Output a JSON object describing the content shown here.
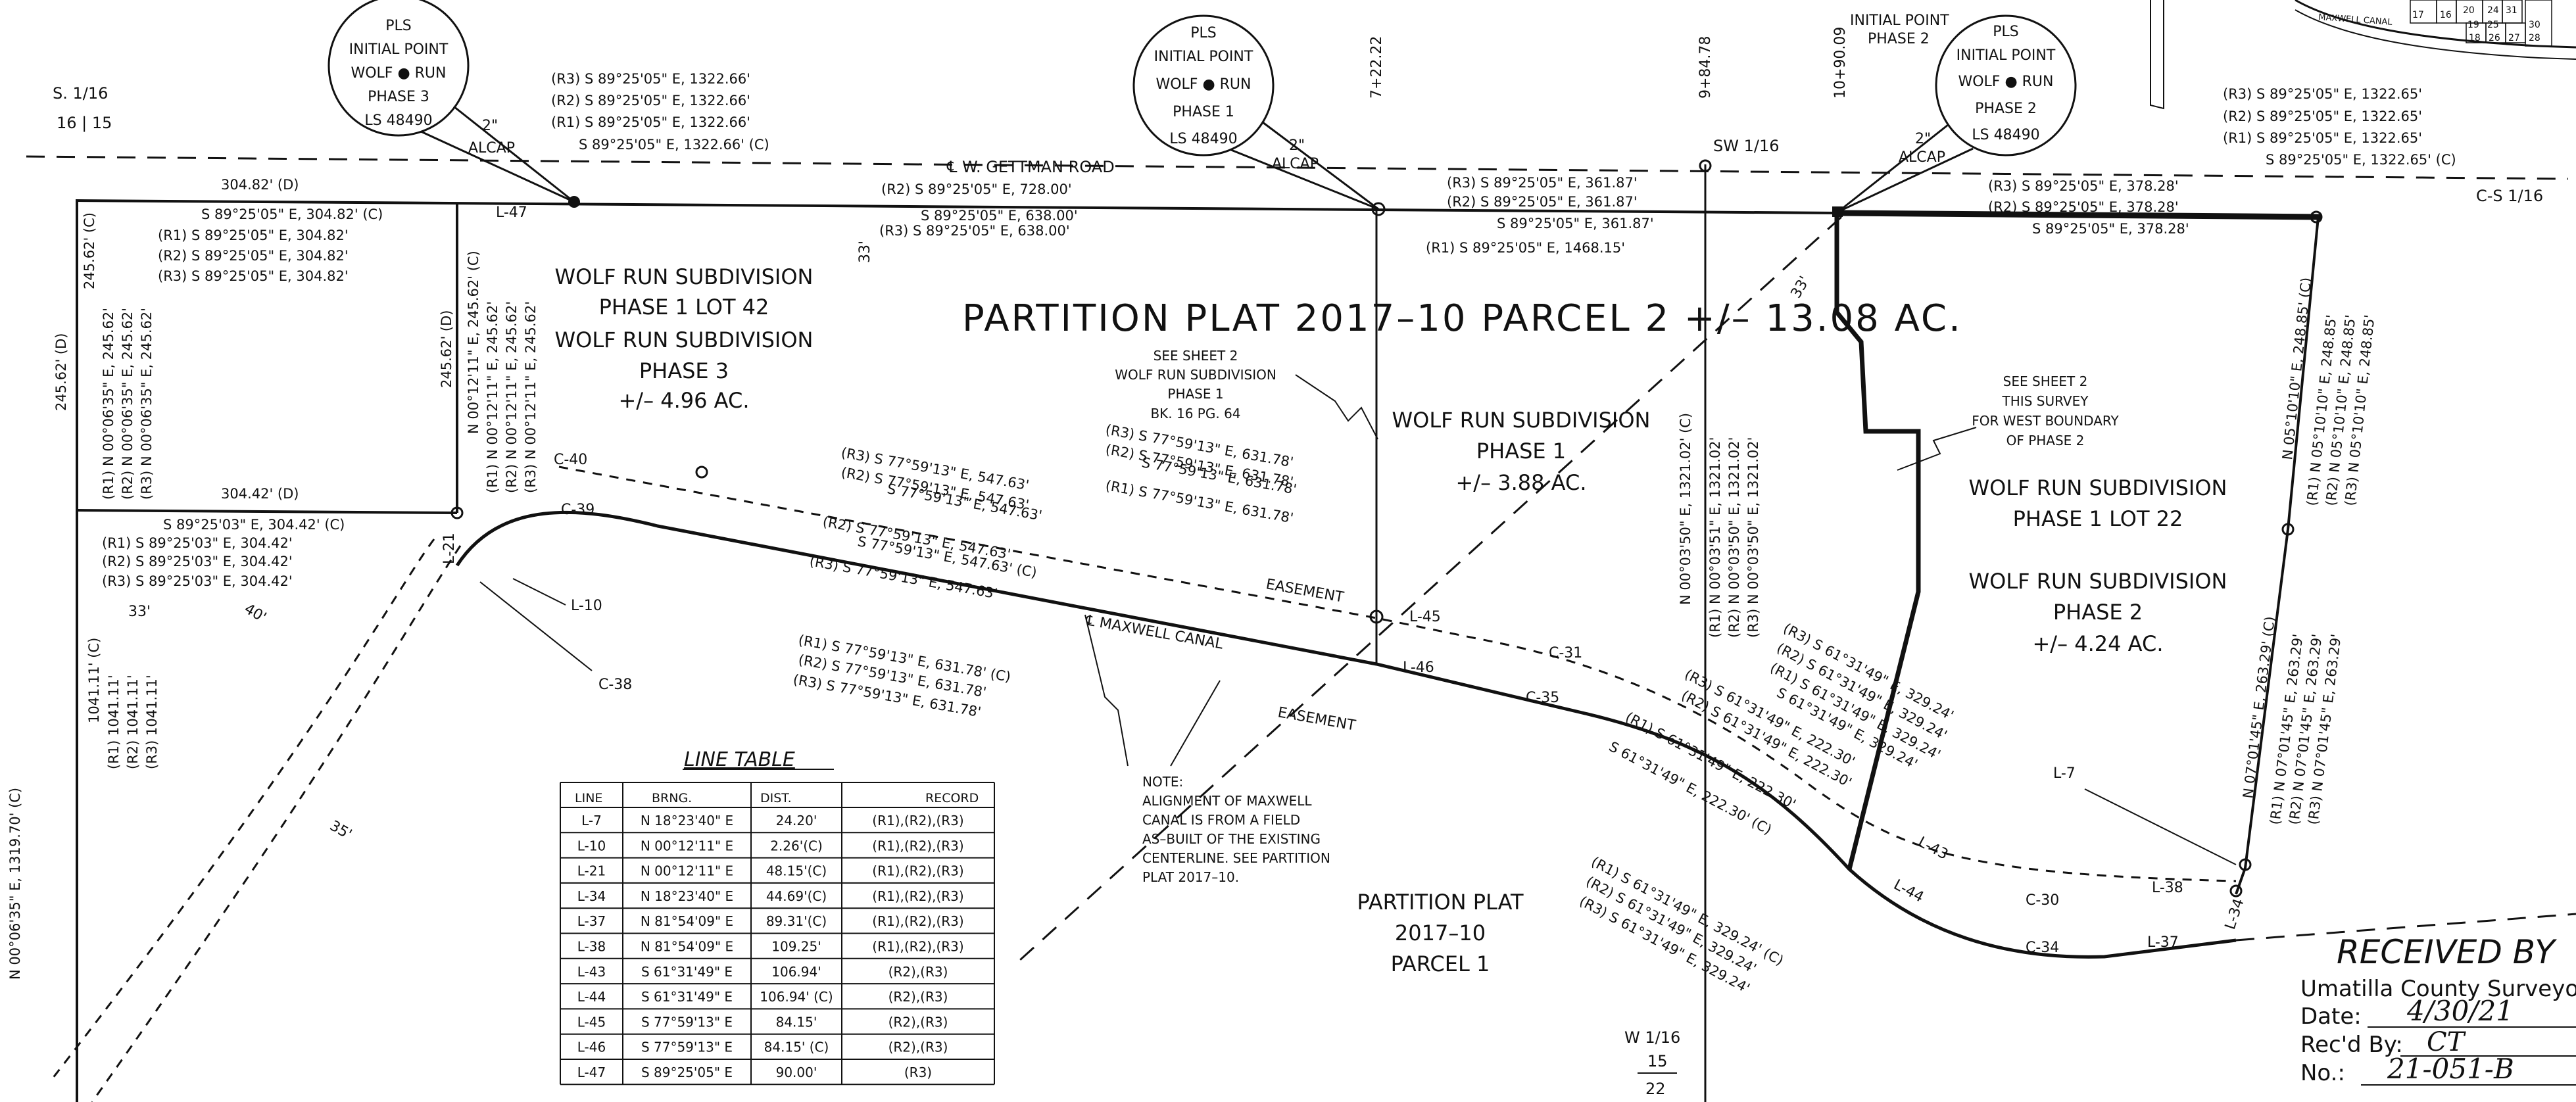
{
  "pls_points": [
    {
      "l1": "PLS",
      "l2": "INITIAL POINT",
      "l3": "WOLF ● RUN",
      "l4": "PHASE 3",
      "l5": "LS 48490"
    },
    {
      "l1": "PLS",
      "l2": "INITIAL POINT",
      "l3": "WOLF ● RUN",
      "l4": "PHASE 1",
      "l5": "LS 48490"
    },
    {
      "l1": "PLS",
      "l2": "INITIAL POINT",
      "l3": "WOLF ● RUN",
      "l4": "PHASE 2",
      "l5": "LS 48490"
    }
  ],
  "alcap": [
    "2\"",
    "ALCAP"
  ],
  "initial_point_phase2": [
    "INITIAL POINT",
    "PHASE 2"
  ],
  "corner_labels": {
    "s116": "S. 1/16",
    "s116_nums": "16 | 15",
    "sw116": "SW 1/16",
    "cs116": "C-S 1/16",
    "w116": "W 1/16",
    "w116_top": "15",
    "w116_bot": "22"
  },
  "stations": [
    "7+22.22",
    "9+84.78",
    "10+90.09"
  ],
  "road": "℄ W. GETTMAN ROAD",
  "canal": "℄ MAXWELL CANAL",
  "easement": "EASEMENT",
  "main_title": "PARTITION PLAT 2017–10 PARCEL 2 +/– 13.08 AC.",
  "parcels": {
    "lot42": [
      "WOLF RUN SUBDIVISION",
      "PHASE 1 LOT 42",
      "WOLF RUN SUBDIVISION",
      "PHASE 3",
      "+/– 4.96 AC."
    ],
    "phase1": [
      "WOLF RUN SUBDIVISION",
      "PHASE 1",
      "+/– 3.88 AC."
    ],
    "lot22": [
      "WOLF RUN SUBDIVISION",
      "PHASE 1 LOT 22"
    ],
    "phase2": [
      "WOLF RUN SUBDIVISION",
      "PHASE 2",
      "+/– 4.24 AC."
    ],
    "parcel1": [
      "PARTITION PLAT",
      "2017–10",
      "PARCEL 1"
    ]
  },
  "notes": {
    "sheet2_phase1": [
      "SEE SHEET 2",
      "WOLF RUN SUBDIVISION",
      "PHASE 1",
      "BK. 16 PG. 64"
    ],
    "sheet2_survey": [
      "SEE SHEET 2",
      "THIS SURVEY",
      "FOR WEST BOUNDARY",
      "OF PHASE 2"
    ],
    "note": [
      "NOTE:",
      "ALIGNMENT OF MAXWELL",
      "CANAL IS FROM A FIELD",
      "AS–BUILT OF THE EXISTING",
      "CENTERLINE. SEE PARTITION",
      "PLAT 2017–10."
    ]
  },
  "callouts": {
    "top_left": [
      "(R3) S 89°25'05\" E, 1322.66'",
      "(R2) S 89°25'05\" E, 1322.66'",
      "(R1) S 89°25'05\" E, 1322.66'",
      "S 89°25'05\" E, 1322.66' (C)"
    ],
    "top_right": [
      "(R3) S 89°25'05\" E, 1322.65'",
      "(R2) S 89°25'05\" E, 1322.65'",
      "(R1) S 89°25'05\" E, 1322.65'",
      "S 89°25'05\" E, 1322.65' (C)"
    ],
    "road_728": "(R2) S 89°25'05\" E, 728.00'",
    "road_638": [
      "S 89°25'05\" E, 638.00'",
      "(R3) S 89°25'05\" E, 638.00'"
    ],
    "mid_361": [
      "(R3) S 89°25'05\" E, 361.87'",
      "(R2) S 89°25'05\" E, 361.87'",
      "S 89°25'05\" E, 361.87'",
      "(R1) S 89°25'05\" E, 1468.15'"
    ],
    "right_378": [
      "(R3) S 89°25'05\" E, 378.28'",
      "(R2) S 89°25'05\" E, 378.28'",
      "S 89°25'05\" E, 378.28'"
    ],
    "lot42_top_d": "304.82' (D)",
    "lot42_top": [
      "S 89°25'05\" E, 304.82' (C)",
      "(R1) S 89°25'05\" E, 304.82'",
      "(R2) S 89°25'05\" E, 304.82'",
      "(R3) S 89°25'05\" E, 304.82'"
    ],
    "lot42_bot_d": "304.42' (D)",
    "lot42_bot": [
      "S 89°25'03\" E, 304.42' (C)",
      "(R1) S 89°25'03\" E, 304.42'",
      "(R2) S 89°25'03\" E, 304.42'",
      "(R3) S 89°25'03\" E, 304.42'"
    ],
    "west_d": "245.62' (D)",
    "west_col": [
      "245.62' (C)",
      "(R1) N 00°06'35\" E, 245.62'",
      "(R2) N 00°06'35\" E, 245.62'",
      "(R3) N 00°06'35\" E, 245.62'"
    ],
    "east_d": "245.62' (D)",
    "east_col": [
      "N 00°12'11\" E, 245.62' (C)",
      "(R1) N 00°12'11\" E, 245.62'",
      "(R2) N 00°12'11\" E, 245.62'",
      "(R3) N 00°12'11\" E, 245.62'"
    ],
    "lower_west": [
      "1041.11' (C)",
      "(R1) 1041.11'",
      "(R2) 1041.11'",
      "(R3) 1041.11'"
    ],
    "far_west": "N 00°06'35\" E, 1319.70' (C)",
    "mid_1321": [
      "N 00°03'50\" E, 1321.02' (C)",
      "(R1) N 00°03'51\" E, 1321.02'",
      "(R2) N 00°03'50\" E, 1321.02'",
      "(R3) N 00°03'50\" E, 1321.02'"
    ],
    "east_248": [
      "N 05°10'10\" E, 248.85' (C)",
      "(R1) N 05°10'10\" E, 248.85'",
      "(R2) N 05°10'10\" E, 248.85'",
      "(R3) N 05°10'10\" E, 248.85'"
    ],
    "east_263": [
      "N 07°01'45\" E, 263.29' (C)",
      "(R1) N 07°01'45\" E, 263.29'",
      "(R2) N 07°01'45\" E, 263.29'",
      "(R3) N 07°01'45\" E, 263.29'"
    ],
    "canal_631_upper": [
      "(R3) S 77°59'13\" E, 631.78'",
      "(R2) S 77°59'13\" E, 631.78'",
      "S 77°59'13\" E, 631.78'",
      "(R1) S 77°59'13\" E, 631.78'"
    ],
    "canal_547": [
      "(R3) S 77°59'13\" E, 547.63'",
      "(R2) S 77°59'13\" E, 547.63'",
      "S 77°59'13\" E, 547.63'",
      "(R2) S 77°59'13\" E, 547.63'",
      "S 77°59'13\" E, 547.63' (C)",
      "(R3) S 77°59'13\" E, 547.63'"
    ],
    "canal_631_lower": [
      "(R1) S 77°59'13\" E, 631.78' (C)",
      "(R2) S 77°59'13\" E, 631.78'",
      "(R3) S 77°59'13\" E, 631.78'"
    ],
    "diag_329_upper": [
      "(R3) S 61°31'49\" E, 329.24'",
      "(R2) S 61°31'49\" E, 329.24'",
      "(R1) S 61°31'49\" E, 329.24'",
      "S 61°31'49\" E, 329.24'"
    ],
    "diag_222": [
      "(R3) S 61°31'49\" E, 222.30'",
      "(R2) S 61°31'49\" E, 222.30'",
      "(R1) S 61°31'49\" E, 222.30'",
      "S 61°31'49\" E, 222.30' (C)"
    ],
    "diag_329_lower": [
      "(R1) S 61°31'49\" E, 329.24' (C)",
      "(R2) S 61°31'49\" E, 329.24'",
      "(R3) S 61°31'49\" E, 329.24'"
    ]
  },
  "curve_labels": [
    "C-40",
    "C-39",
    "C-38",
    "C-31",
    "C-35",
    "C-30",
    "C-34"
  ],
  "line_labels": [
    "L-47",
    "L-21",
    "L-10",
    "L-45",
    "L-46",
    "L-43",
    "L-44",
    "L-7",
    "L-38",
    "L-37",
    "L-34"
  ],
  "dims": [
    "33'",
    "33'",
    "40'",
    "35'",
    "33'"
  ],
  "line_table": {
    "title": "LINE TABLE",
    "headers": [
      "LINE",
      "BRNG.",
      "DIST.",
      "RECORD"
    ],
    "rows": [
      [
        "L-7",
        "N 18°23'40\" E",
        "24.20'",
        "(R1),(R2),(R3)"
      ],
      [
        "L-10",
        "N 00°12'11\" E",
        "2.26'(C)",
        "(R1),(R2),(R3)"
      ],
      [
        "L-21",
        "N 00°12'11\" E",
        "48.15'(C)",
        "(R1),(R2),(R3)"
      ],
      [
        "L-34",
        "N 18°23'40\" E",
        "44.69'(C)",
        "(R1),(R2),(R3)"
      ],
      [
        "L-37",
        "N 81°54'09\" E",
        "89.31'(C)",
        "(R1),(R2),(R3)"
      ],
      [
        "L-38",
        "N 81°54'09\" E",
        "109.25'",
        "(R1),(R2),(R3)"
      ],
      [
        "L-43",
        "S 61°31'49\" E",
        "106.94'",
        "(R2),(R3)"
      ],
      [
        "L-44",
        "S 61°31'49\" E",
        "106.94' (C)",
        "(R2),(R3)"
      ],
      [
        "L-45",
        "S 77°59'13\" E",
        "84.15'",
        "(R2),(R3)"
      ],
      [
        "L-46",
        "S 77°59'13\" E",
        "84.15' (C)",
        "(R2),(R3)"
      ],
      [
        "L-47",
        "S 89°25'05\" E",
        "90.00'",
        "(R3)"
      ]
    ]
  },
  "received": {
    "title": "RECEIVED BY",
    "org": "Umatilla County Surveyo",
    "date_label": "Date:",
    "date_value": "4/30/21",
    "by_label": "Rec'd By:",
    "by_value": "CT",
    "no_label": "No.:",
    "no_value": "21-051-B"
  },
  "vicinity": {
    "canal": "MAXWELL CANAL",
    "lots": [
      "17",
      "16",
      "20",
      "24",
      "31",
      "19",
      "25",
      "30",
      "18",
      "26",
      "27",
      "28"
    ]
  }
}
